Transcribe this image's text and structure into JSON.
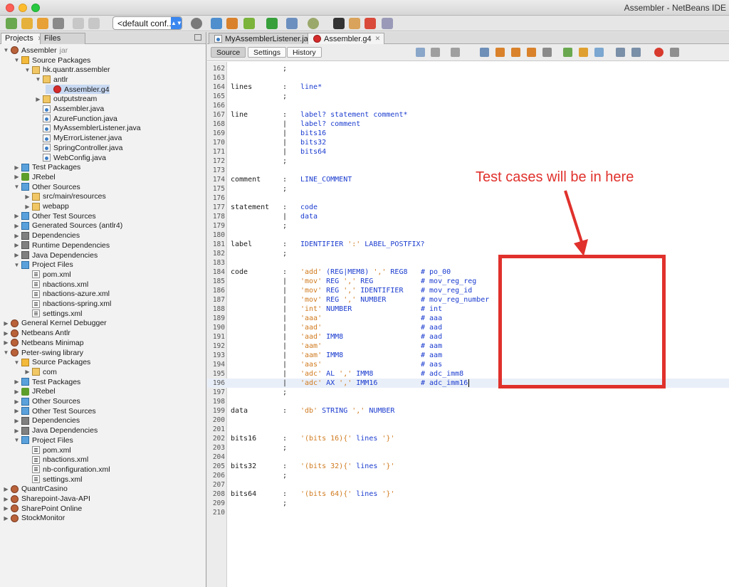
{
  "window": {
    "title": "Assembler - NetBeans IDE"
  },
  "toolbar": {
    "config_value": "<default conf..."
  },
  "projects_panel": {
    "tabs": [
      {
        "label": "Projects"
      },
      {
        "label": "Files"
      }
    ],
    "tree": [
      {
        "label": "Assembler",
        "suffix": "jar",
        "icon": "project-icon",
        "level": 0,
        "expanded": true
      },
      {
        "label": "Source Packages",
        "icon": "source-packages-icon",
        "level": 1,
        "expanded": true
      },
      {
        "label": "hk.quantr.assembler",
        "icon": "package-icon",
        "level": 2,
        "expanded": true
      },
      {
        "label": "antlr",
        "icon": "package-icon",
        "level": 3,
        "expanded": true
      },
      {
        "label": "Assembler.g4",
        "icon": "antlr-grammar-icon",
        "level": 4,
        "selected": true
      },
      {
        "label": "outputstream",
        "icon": "package-icon",
        "level": 3,
        "expanded": false
      },
      {
        "label": "Assembler.java",
        "icon": "java-file-icon",
        "level": 3
      },
      {
        "label": "AzureFunction.java",
        "icon": "java-file-icon",
        "level": 3
      },
      {
        "label": "MyAssemblerListener.java",
        "icon": "java-file-icon",
        "level": 3
      },
      {
        "label": "MyErrorListener.java",
        "icon": "java-file-icon",
        "level": 3
      },
      {
        "label": "SpringController.java",
        "icon": "java-file-icon",
        "level": 3
      },
      {
        "label": "WebConfig.java",
        "icon": "java-file-icon",
        "level": 3
      },
      {
        "label": "Test Packages",
        "icon": "test-packages-icon",
        "level": 1,
        "expanded": false
      },
      {
        "label": "JRebel",
        "icon": "jrebel-icon",
        "level": 1,
        "expanded": false
      },
      {
        "label": "Other Sources",
        "icon": "folder-icon",
        "level": 1,
        "expanded": true
      },
      {
        "label": "src/main/resources",
        "icon": "package-icon",
        "level": 2,
        "expanded": false
      },
      {
        "label": "webapp",
        "icon": "package-icon",
        "level": 2,
        "expanded": false
      },
      {
        "label": "Other Test Sources",
        "icon": "folder-icon",
        "level": 1,
        "expanded": false
      },
      {
        "label": "Generated Sources (antlr4)",
        "icon": "folder-icon",
        "level": 1,
        "expanded": false
      },
      {
        "label": "Dependencies",
        "icon": "library-icon",
        "level": 1,
        "expanded": false
      },
      {
        "label": "Runtime Dependencies",
        "icon": "library-icon",
        "level": 1,
        "expanded": false
      },
      {
        "label": "Java Dependencies",
        "icon": "library-icon",
        "level": 1,
        "expanded": false
      },
      {
        "label": "Project Files",
        "icon": "folder-icon",
        "level": 1,
        "expanded": true
      },
      {
        "label": "pom.xml",
        "icon": "xml-file-icon",
        "level": 2
      },
      {
        "label": "nbactions.xml",
        "icon": "xml-file-icon",
        "level": 2
      },
      {
        "label": "nbactions-azure.xml",
        "icon": "xml-file-icon",
        "level": 2
      },
      {
        "label": "nbactions-spring.xml",
        "icon": "xml-file-icon",
        "level": 2
      },
      {
        "label": "settings.xml",
        "icon": "xml-file-icon",
        "level": 2
      },
      {
        "label": "General Kernel Debugger",
        "icon": "project-icon",
        "level": 0,
        "expanded": false
      },
      {
        "label": "Netbeans Antlr",
        "icon": "project-icon",
        "level": 0,
        "expanded": false
      },
      {
        "label": "Netbeans Minimap",
        "icon": "project-icon",
        "level": 0,
        "expanded": false
      },
      {
        "label": "Peter-swing library",
        "icon": "project-icon",
        "level": 0,
        "expanded": true
      },
      {
        "label": "Source Packages",
        "icon": "source-packages-icon",
        "level": 1,
        "expanded": true
      },
      {
        "label": "com",
        "icon": "package-icon",
        "level": 2,
        "expanded": false
      },
      {
        "label": "Test Packages",
        "icon": "test-packages-icon",
        "level": 1,
        "expanded": false
      },
      {
        "label": "JRebel",
        "icon": "jrebel-icon",
        "level": 1,
        "expanded": false
      },
      {
        "label": "Other Sources",
        "icon": "folder-icon",
        "level": 1,
        "expanded": false
      },
      {
        "label": "Other Test Sources",
        "icon": "folder-icon",
        "level": 1,
        "expanded": false
      },
      {
        "label": "Dependencies",
        "icon": "library-icon",
        "level": 1,
        "expanded": false
      },
      {
        "label": "Java Dependencies",
        "icon": "library-icon",
        "level": 1,
        "expanded": false
      },
      {
        "label": "Project Files",
        "icon": "folder-icon",
        "level": 1,
        "expanded": true
      },
      {
        "label": "pom.xml",
        "icon": "xml-file-icon",
        "level": 2
      },
      {
        "label": "nbactions.xml",
        "icon": "xml-file-icon",
        "level": 2
      },
      {
        "label": "nb-configuration.xml",
        "icon": "xml-file-icon",
        "level": 2
      },
      {
        "label": "settings.xml",
        "icon": "xml-file-icon",
        "level": 2
      },
      {
        "label": "QuantrCasino",
        "icon": "project-icon",
        "level": 0,
        "expanded": false
      },
      {
        "label": "Sharepoint-Java-API",
        "icon": "project-icon",
        "level": 0,
        "expanded": false
      },
      {
        "label": "SharePoint Online",
        "icon": "project-icon",
        "level": 0,
        "expanded": false
      },
      {
        "label": "StockMonitor",
        "icon": "project-icon",
        "level": 0,
        "expanded": false
      }
    ]
  },
  "editor": {
    "tabs": [
      {
        "label": "MyAssemblerListener.java",
        "active": false
      },
      {
        "label": "Assembler.g4",
        "active": true
      }
    ],
    "view_buttons": [
      {
        "label": "Source",
        "active": true
      },
      {
        "label": "Settings"
      },
      {
        "label": "History"
      }
    ],
    "current_line": 196,
    "lines": [
      {
        "n": 162,
        "c": "",
        "p": ";"
      },
      {
        "n": 163
      },
      {
        "n": 164,
        "a": "lines",
        "b": ":",
        "t": [
          [
            "line*",
            "kw"
          ]
        ]
      },
      {
        "n": 165,
        "c": "",
        "p": ";"
      },
      {
        "n": 166
      },
      {
        "n": 167,
        "a": "line",
        "b": ":",
        "t": [
          [
            "label? statement comment*",
            "kw"
          ]
        ]
      },
      {
        "n": 168,
        "b": "|",
        "t": [
          [
            "label? comment",
            "kw"
          ]
        ]
      },
      {
        "n": 169,
        "b": "|",
        "t": [
          [
            "bits16",
            "kw"
          ]
        ]
      },
      {
        "n": 170,
        "b": "|",
        "t": [
          [
            "bits32",
            "kw"
          ]
        ]
      },
      {
        "n": 171,
        "b": "|",
        "t": [
          [
            "bits64",
            "kw"
          ]
        ]
      },
      {
        "n": 172,
        "p": ";"
      },
      {
        "n": 173
      },
      {
        "n": 174,
        "a": "comment",
        "b": ":",
        "t": [
          [
            "LINE_COMMENT",
            "kw"
          ]
        ]
      },
      {
        "n": 175,
        "p": ";"
      },
      {
        "n": 176
      },
      {
        "n": 177,
        "a": "statement",
        "b": ":",
        "t": [
          [
            "code",
            "kw"
          ]
        ]
      },
      {
        "n": 178,
        "b": "|",
        "t": [
          [
            "data",
            "kw"
          ]
        ]
      },
      {
        "n": 179,
        "p": ";"
      },
      {
        "n": 180
      },
      {
        "n": 181,
        "a": "label",
        "b": ":",
        "t": [
          [
            "IDENTIFIER ",
            "kw"
          ],
          [
            "':'",
            "str"
          ],
          [
            " LABEL_POSTFIX?",
            "kw"
          ]
        ]
      },
      {
        "n": 182,
        "p": ";"
      },
      {
        "n": 183
      },
      {
        "n": 184,
        "a": "code",
        "b": ":",
        "t": [
          [
            "'add'",
            "str"
          ],
          [
            " (REG|MEM8) ",
            "kw"
          ],
          [
            "','",
            "str"
          ],
          [
            " REG8",
            "kw"
          ]
        ],
        "r": "# po_00"
      },
      {
        "n": 185,
        "b": "|",
        "t": [
          [
            "'mov'",
            "str"
          ],
          [
            " REG ",
            "kw"
          ],
          [
            "','",
            "str"
          ],
          [
            " REG",
            "kw"
          ]
        ],
        "r": "# mov_reg_reg"
      },
      {
        "n": 186,
        "b": "|",
        "t": [
          [
            "'mov'",
            "str"
          ],
          [
            " REG ",
            "kw"
          ],
          [
            "','",
            "str"
          ],
          [
            " IDENTIFIER",
            "kw"
          ]
        ],
        "r": "# mov_reg_id"
      },
      {
        "n": 187,
        "b": "|",
        "t": [
          [
            "'mov'",
            "str"
          ],
          [
            " REG ",
            "kw"
          ],
          [
            "','",
            "str"
          ],
          [
            " NUMBER",
            "kw"
          ]
        ],
        "r": "# mov_reg_number"
      },
      {
        "n": 188,
        "b": "|",
        "t": [
          [
            "'int'",
            "str"
          ],
          [
            " NUMBER",
            "kw"
          ]
        ],
        "r": "# int"
      },
      {
        "n": 189,
        "b": "|",
        "t": [
          [
            "'aaa'",
            "str"
          ]
        ],
        "r": "# aaa"
      },
      {
        "n": 190,
        "b": "|",
        "t": [
          [
            "'aad'",
            "str"
          ]
        ],
        "r": "# aad"
      },
      {
        "n": 191,
        "b": "|",
        "t": [
          [
            "'aad'",
            "str"
          ],
          [
            " IMM8",
            "kw"
          ]
        ],
        "r": "# aad"
      },
      {
        "n": 192,
        "b": "|",
        "t": [
          [
            "'aam'",
            "str"
          ]
        ],
        "r": "# aam"
      },
      {
        "n": 193,
        "b": "|",
        "t": [
          [
            "'aam'",
            "str"
          ],
          [
            " IMM8",
            "kw"
          ]
        ],
        "r": "# aam"
      },
      {
        "n": 194,
        "b": "|",
        "t": [
          [
            "'aas'",
            "str"
          ]
        ],
        "r": "# aas"
      },
      {
        "n": 195,
        "b": "|",
        "t": [
          [
            "'adc'",
            "str"
          ],
          [
            " AL ",
            "kw"
          ],
          [
            "','",
            "str"
          ],
          [
            " IMM8",
            "kw"
          ]
        ],
        "r": "# adc_imm8"
      },
      {
        "n": 196,
        "b": "|",
        "t": [
          [
            "'adc'",
            "str"
          ],
          [
            " AX ",
            "kw"
          ],
          [
            "','",
            "str"
          ],
          [
            " IMM16",
            "kw"
          ]
        ],
        "r": "# adc_imm16"
      },
      {
        "n": 197,
        "p": ";"
      },
      {
        "n": 198
      },
      {
        "n": 199,
        "a": "data",
        "b": ":",
        "t": [
          [
            "'db'",
            "str"
          ],
          [
            " STRING ",
            "kw"
          ],
          [
            "','",
            "str"
          ],
          [
            " NUMBER",
            "kw"
          ]
        ]
      },
      {
        "n": 200
      },
      {
        "n": 201
      },
      {
        "n": 202,
        "a": "bits16",
        "b": ":",
        "t": [
          [
            "'(bits 16){'",
            "str"
          ],
          [
            " lines ",
            "kw"
          ],
          [
            "'}'",
            "str"
          ]
        ]
      },
      {
        "n": 203,
        "p": ";"
      },
      {
        "n": 204
      },
      {
        "n": 205,
        "a": "bits32",
        "b": ":",
        "t": [
          [
            "'(bits 32){'",
            "str"
          ],
          [
            " lines ",
            "kw"
          ],
          [
            "'}'",
            "str"
          ]
        ]
      },
      {
        "n": 206,
        "p": ";"
      },
      {
        "n": 207
      },
      {
        "n": 208,
        "a": "bits64",
        "b": ":",
        "t": [
          [
            "'(bits 64){'",
            "str"
          ],
          [
            " lines ",
            "kw"
          ],
          [
            "'}'",
            "str"
          ]
        ]
      },
      {
        "n": 209,
        "p": ";"
      },
      {
        "n": 210
      }
    ]
  },
  "annotation": {
    "text": "Test cases will be in here",
    "color": "#e0312c"
  }
}
